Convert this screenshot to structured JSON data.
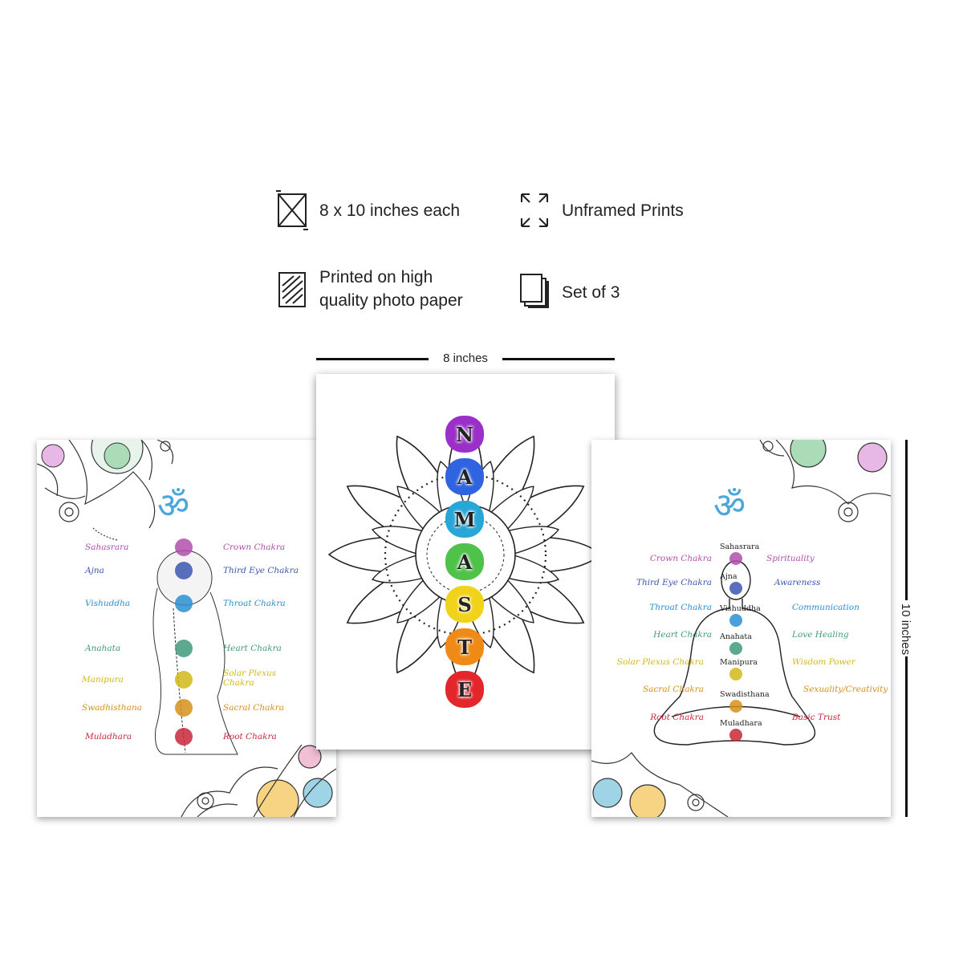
{
  "features": [
    {
      "icon": "dimensions-box-icon",
      "text": "8 x 10 inches each"
    },
    {
      "icon": "unframed-corners-icon",
      "text": "Unframed Prints"
    },
    {
      "icon": "photo-paper-icon",
      "line1": "Printed on high",
      "line2": "quality photo paper"
    },
    {
      "icon": "stacked-sheets-icon",
      "text": "Set of 3"
    }
  ],
  "dimensions": {
    "width_label": "8 inches",
    "height_label": "10 inches"
  },
  "center_poster": {
    "letters": [
      "N",
      "A",
      "M",
      "A",
      "S",
      "T",
      "E"
    ],
    "colors": [
      "#9b30c8",
      "#2f63e0",
      "#27a6d8",
      "#4fc24a",
      "#f2d31c",
      "#f08a16",
      "#e3262c"
    ]
  },
  "left_poster": {
    "om": "ॐ",
    "left_labels": [
      "Sahasrara",
      "Ajna",
      "Vishuddha",
      "Anahata",
      "Manipura",
      "Swadhisthana",
      "Muladhara"
    ],
    "right_labels": [
      "Crown Chakra",
      "Third Eye Chakra",
      "Throat Chakra",
      "Heart Chakra",
      "Solar Plexus Chakra",
      "Sacral Chakra",
      "Root Chakra"
    ],
    "colors": [
      "#b04fae",
      "#3b56b0",
      "#2a8fd0",
      "#3f9a7c",
      "#d2b81a",
      "#d4901c",
      "#c8283a"
    ]
  },
  "right_poster": {
    "om": "ॐ",
    "body_labels": [
      "Sahasrara",
      "Ajna",
      "Vishuddha",
      "Anahata",
      "Manipura",
      "Swadisthana",
      "Muladhara"
    ],
    "left_labels": [
      "Crown Chakra",
      "Third Eye Chakra",
      "Throat Chakra",
      "Heart Chakra",
      "Solar Plexus Chakra",
      "Sacral Chakra",
      "Root Chakra"
    ],
    "right_labels": [
      "Spirituality",
      "Awareness",
      "Communication",
      "Love Healing",
      "Wisdom Power",
      "Sexuality/Creativity",
      "Basic Trust"
    ],
    "colors": [
      "#b04fae",
      "#3b56b0",
      "#2a8fd0",
      "#3f9a7c",
      "#d2b81a",
      "#d4901c",
      "#c8283a"
    ]
  }
}
